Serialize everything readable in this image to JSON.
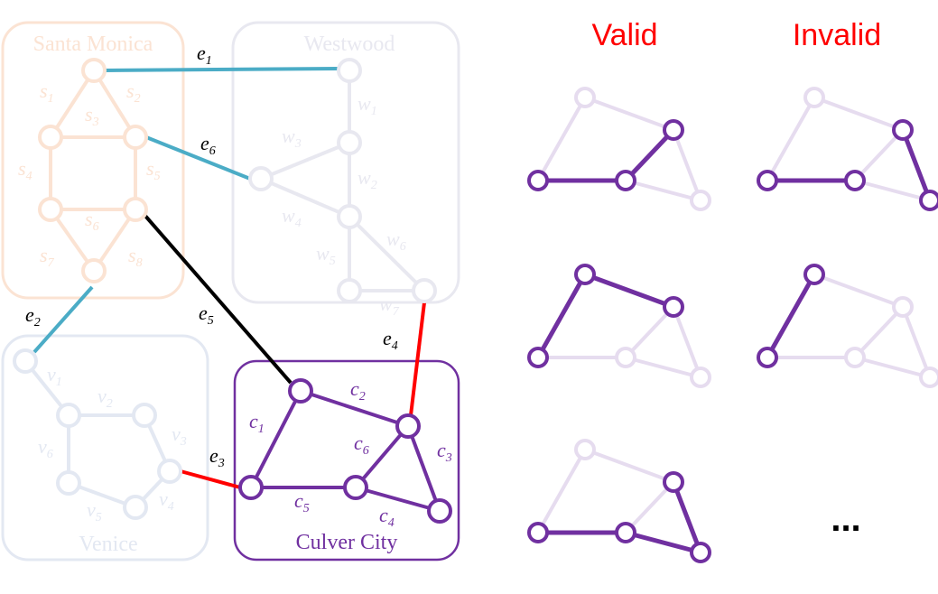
{
  "regions": {
    "santa_monica": "Santa Monica",
    "westwood": "Westwood",
    "venice": "Venice",
    "culver_city": "Culver City"
  },
  "headers": {
    "valid": "Valid",
    "invalid": "Invalid"
  },
  "ellipsis": "...",
  "edge_labels": {
    "santa_monica": [
      "s",
      "s",
      "s",
      "s",
      "s",
      "s",
      "s",
      "s"
    ],
    "santa_monica_sub": [
      "1",
      "2",
      "3",
      "4",
      "5",
      "6",
      "7",
      "8"
    ],
    "westwood": [
      "w",
      "w",
      "w",
      "w",
      "w",
      "w",
      "w"
    ],
    "westwood_sub": [
      "1",
      "2",
      "3",
      "4",
      "5",
      "6",
      "7"
    ],
    "venice": [
      "v",
      "v",
      "v",
      "v",
      "v",
      "v"
    ],
    "venice_sub": [
      "1",
      "2",
      "3",
      "4",
      "5",
      "6"
    ],
    "culver": [
      "c",
      "c",
      "c",
      "c",
      "c",
      "c"
    ],
    "culver_sub": [
      "1",
      "2",
      "3",
      "4",
      "5",
      "6"
    ],
    "inter": [
      "e",
      "e",
      "e",
      "e",
      "e",
      "e"
    ],
    "inter_sub": [
      "1",
      "2",
      "3",
      "4",
      "5",
      "6"
    ]
  },
  "colors": {
    "purple": "#7030a0",
    "purple_faint": "#e6dcef",
    "orange_faint": "#fbe3d3",
    "westwood_faint": "#e8e8f0",
    "venice_faint": "#e3e8f2",
    "teal": "#4bacc6",
    "red": "#ff0000",
    "black": "#000000"
  }
}
